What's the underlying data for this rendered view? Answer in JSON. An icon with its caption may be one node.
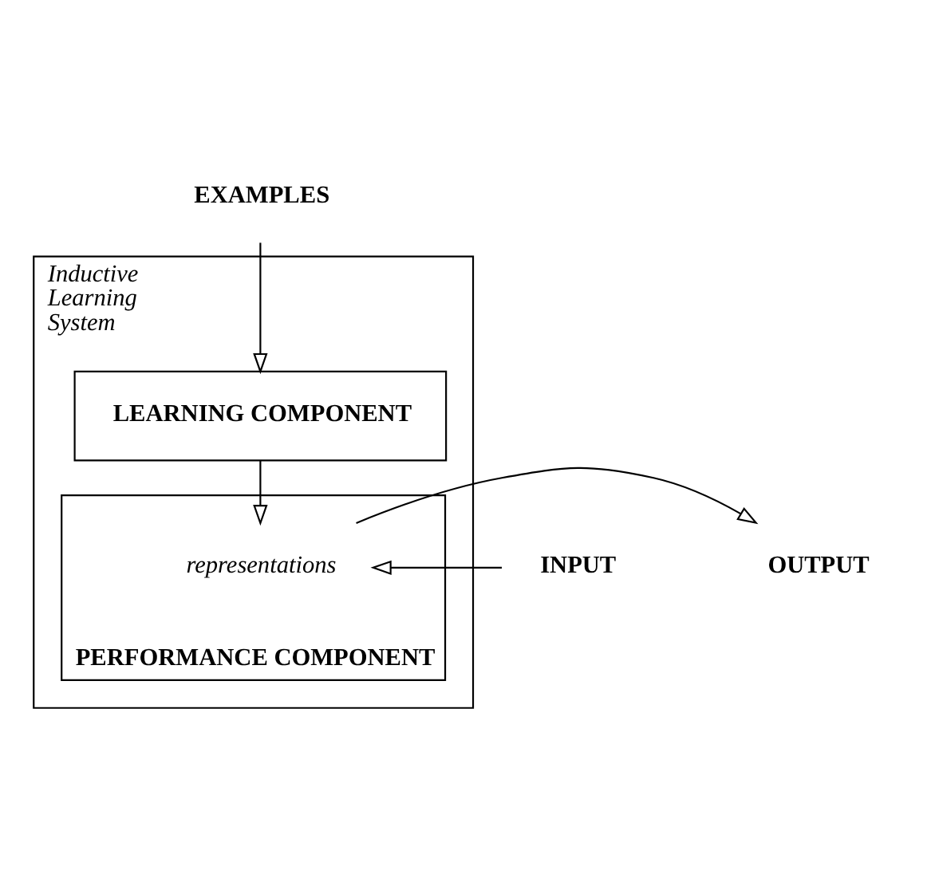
{
  "diagram": {
    "nodes": [
      {
        "text": [
          "EXAMPLES"
        ]
      },
      {
        "text": [
          "Inductive Learning System"
        ]
      },
      {
        "text": [
          "LEARNING COMPONENT"
        ],
        "in": 1
      },
      {
        "text": [
          "PERFORMANCE COMPONENT"
        ],
        "in": 1
      },
      {
        "text": [
          "representations"
        ],
        "in": 3
      },
      {
        "text": [
          "INPUT"
        ]
      },
      {
        "text": [
          "OUTPUT"
        ]
      }
    ],
    "edges": [
      {
        "from": 0,
        "to": 2,
        "arrow": "to"
      },
      {
        "from": 2,
        "to": 4,
        "arrow": "to"
      },
      {
        "from": 5,
        "to": 4,
        "arrow": "to"
      },
      {
        "from": 4,
        "to": 6,
        "arrow": "to"
      }
    ]
  }
}
